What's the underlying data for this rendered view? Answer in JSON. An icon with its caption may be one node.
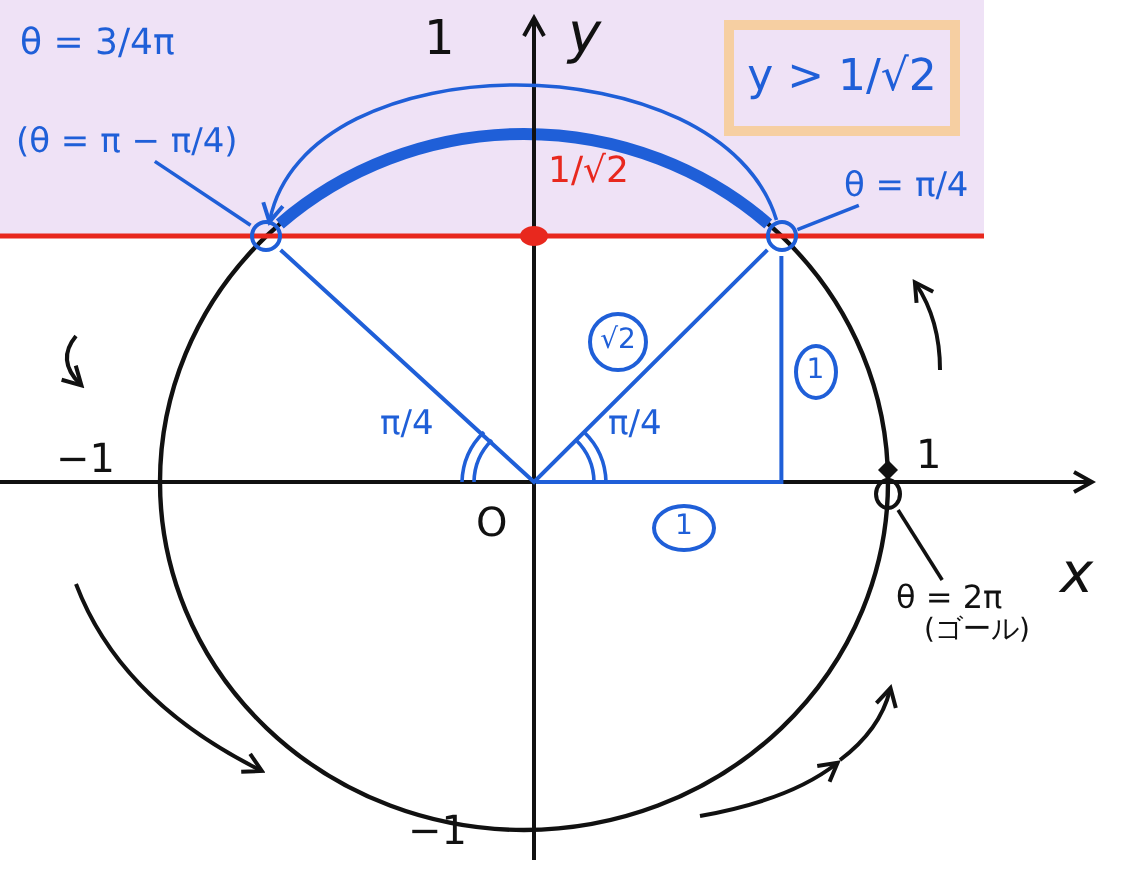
{
  "diagram": {
    "nodes": [
      {
        "text": [
          "y > 1/√2"
        ]
      },
      {
        "text": [
          "√2"
        ]
      },
      {
        "text": [
          "1"
        ]
      },
      {
        "text": [
          "1"
        ]
      },
      {
        "text": [],
        "shape": "circle"
      },
      {
        "text": [],
        "shape": "circle"
      },
      {
        "text": [],
        "shape": "circle"
      },
      {
        "text": [
          "θ = π/4"
        ]
      },
      {
        "text": [
          "(θ = π − π/4)"
        ]
      },
      {
        "text": [
          "θ = 2π",
          "(ゴール)"
        ]
      }
    ],
    "edges": [
      {
        "from": 7,
        "to": 5,
        "arrow": "none"
      },
      {
        "from": 8,
        "to": 4,
        "arrow": "none"
      },
      {
        "from": 9,
        "to": 6,
        "arrow": "none",
        "color": "#111111"
      },
      {
        "from": 5,
        "to": 4,
        "arrow": "to"
      }
    ],
    "labels": [
      "θ = 3/4π",
      "1",
      "y",
      "1/√2",
      "−1",
      "π/4",
      "π/4",
      "1",
      "O",
      "x",
      "−1"
    ]
  }
}
